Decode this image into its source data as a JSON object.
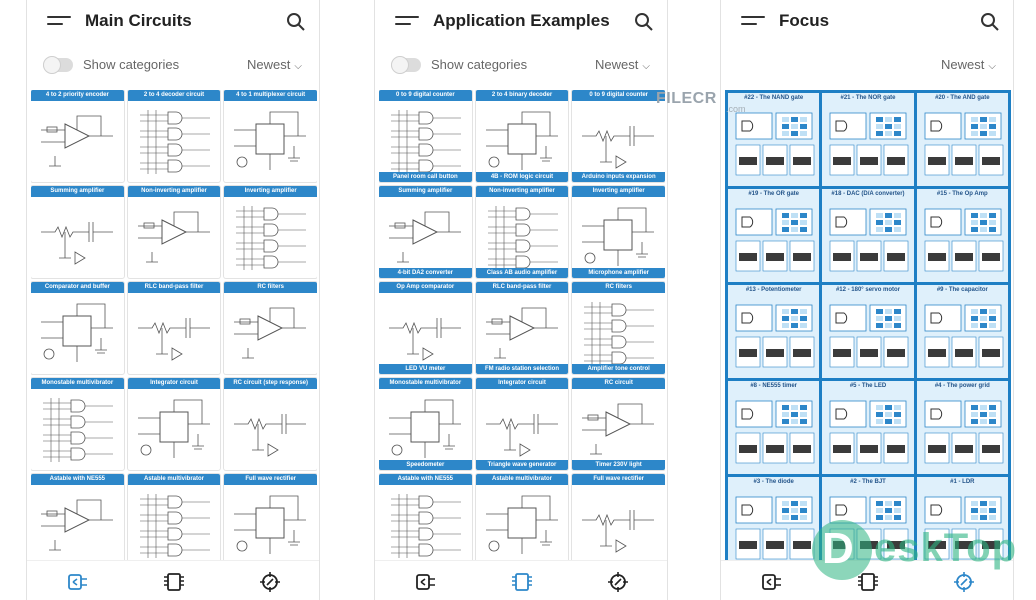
{
  "colors": {
    "accent": "#2d87c9",
    "focus_bg": "#1e7fc4",
    "nav_active": "#2d87c9",
    "nav_inactive": "#222222"
  },
  "icons": {
    "menu": "menu-icon",
    "search": "search-icon",
    "chevron": "chevron-down-icon",
    "nav": [
      "circuit-block-icon",
      "chip-icon",
      "target-icon"
    ]
  },
  "screens": [
    {
      "title": "Main Circuits",
      "toggle_label": "Show categories",
      "show_categories": false,
      "sort": "Newest",
      "active_nav": 0,
      "cards": [
        {
          "label": "4 to 2 priority encoder"
        },
        {
          "label": "2 to 4 decoder circuit"
        },
        {
          "label": "4 to 1 multiplexer circuit"
        },
        {
          "label": "Summing amplifier"
        },
        {
          "label": "Non-inverting amplifier"
        },
        {
          "label": "Inverting amplifier"
        },
        {
          "label": "Comparator and buffer"
        },
        {
          "label": "RLC band-pass filter"
        },
        {
          "label": "RC filters"
        },
        {
          "label": "Monostable multivibrator"
        },
        {
          "label": "Integrator circuit"
        },
        {
          "label": "RC circuit (step response)"
        },
        {
          "label": "Astable with NE555"
        },
        {
          "label": "Astable multivibrator"
        },
        {
          "label": "Full wave rectifier"
        }
      ]
    },
    {
      "title": "Application Examples",
      "toggle_label": "Show categories",
      "show_categories": false,
      "sort": "Newest",
      "active_nav": 1,
      "cards": [
        {
          "label": "0 to 9 digital counter",
          "footer": "Panel room call button"
        },
        {
          "label": "2 to 4 binary decoder",
          "footer": "4B - ROM logic circuit"
        },
        {
          "label": "0 to 9 digital counter",
          "footer": "Arduino inputs expansion"
        },
        {
          "label": "Summing amplifier",
          "footer": "4-bit DA2 converter"
        },
        {
          "label": "Non-inverting amplifier",
          "footer": "Class AB audio amplifier"
        },
        {
          "label": "Inverting amplifier",
          "footer": "Microphone amplifier"
        },
        {
          "label": "Op Amp comparator",
          "footer": "LED VU meter"
        },
        {
          "label": "RLC band-pass filter",
          "footer": "FM radio station selection"
        },
        {
          "label": "RC filters",
          "footer": "Amplifier tone control"
        },
        {
          "label": "Monostable multivibrator",
          "footer": "Speedometer"
        },
        {
          "label": "Integrator circuit",
          "footer": "Triangle wave generator"
        },
        {
          "label": "RC circuit",
          "footer": "Timer 230V light"
        },
        {
          "label": "Astable with NE555"
        },
        {
          "label": "Astable multivibrator"
        },
        {
          "label": "Full wave rectifier"
        }
      ]
    },
    {
      "title": "Focus",
      "sort": "Newest",
      "active_nav": 2,
      "cards": [
        {
          "label": "#22 - The NAND gate"
        },
        {
          "label": "#21 - The NOR gate"
        },
        {
          "label": "#20 - The AND gate"
        },
        {
          "label": "#19 - The OR gate"
        },
        {
          "label": "#18 - DAC (D/A converter)"
        },
        {
          "label": "#15 - The Op Amp"
        },
        {
          "label": "#13 - Potentiometer"
        },
        {
          "label": "#12 - 180° servo motor"
        },
        {
          "label": "#9 - The capacitor"
        },
        {
          "label": "#8 - NE555 timer"
        },
        {
          "label": "#5 - The LED"
        },
        {
          "label": "#4 - The power grid"
        },
        {
          "label": "#3 - The diode"
        },
        {
          "label": "#2 - The BJT"
        },
        {
          "label": "#1 - LDR"
        }
      ]
    }
  ],
  "watermarks": {
    "filecr": "FILECR",
    "filecr_sub": ".com",
    "desktop_badge": "D",
    "desktop": "eskTop"
  }
}
